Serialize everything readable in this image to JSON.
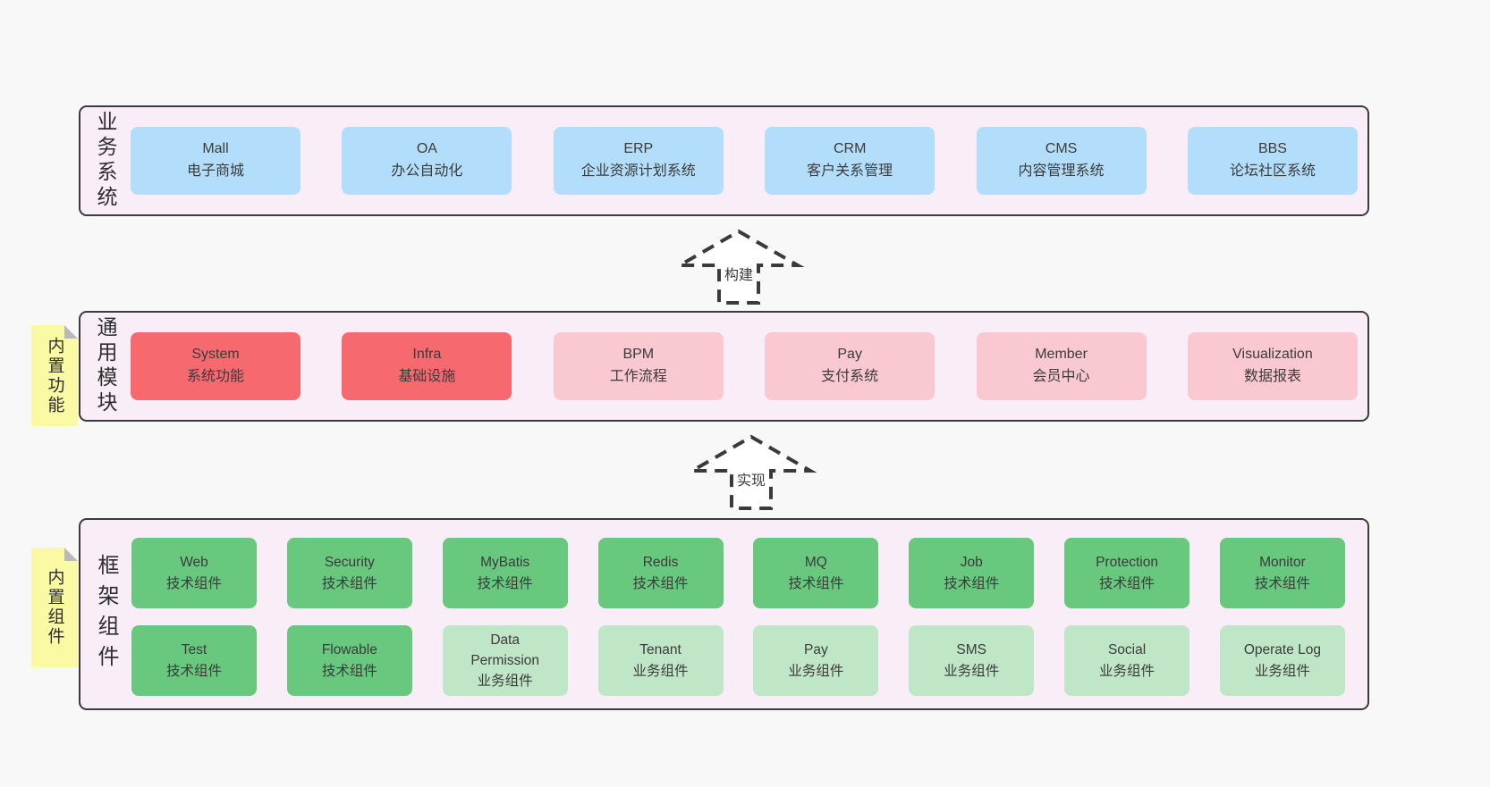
{
  "colors": {
    "page_background": "#f8f8f8",
    "panel_background": "#f9eef7",
    "panel_border": "#3a3a3a",
    "blue_box": "#b3defb",
    "red_box": "#f5696f",
    "pink_box": "#f9c8d1",
    "green_box": "#67c87e",
    "light_green_box": "#bfe6c6",
    "sticky_note": "#fafaa4",
    "sticky_fold": "#b9b9b9",
    "text": "#3b3b3b"
  },
  "arrows": [
    {
      "label": "构建"
    },
    {
      "label": "实现"
    }
  ],
  "panels": {
    "business": {
      "label": "业务系统",
      "items": [
        {
          "name": "Mall",
          "desc": "电子商城"
        },
        {
          "name": "OA",
          "desc": "办公自动化"
        },
        {
          "name": "ERP",
          "desc": "企业资源计划系统"
        },
        {
          "name": "CRM",
          "desc": "客户关系管理"
        },
        {
          "name": "CMS",
          "desc": "内容管理系统"
        },
        {
          "name": "BBS",
          "desc": "论坛社区系统"
        }
      ]
    },
    "modules": {
      "label": "通用模块",
      "sticky": "内置功能",
      "items": [
        {
          "name": "System",
          "desc": "系统功能",
          "variant": "red"
        },
        {
          "name": "Infra",
          "desc": "基础设施",
          "variant": "red"
        },
        {
          "name": "BPM",
          "desc": "工作流程",
          "variant": "pink"
        },
        {
          "name": "Pay",
          "desc": "支付系统",
          "variant": "pink"
        },
        {
          "name": "Member",
          "desc": "会员中心",
          "variant": "pink"
        },
        {
          "name": "Visualization",
          "desc": "数据报表",
          "variant": "pink"
        }
      ]
    },
    "framework": {
      "label": "框架组件",
      "sticky": "内置组件",
      "rows": [
        [
          {
            "name": "Web",
            "desc": "技术组件",
            "variant": "green"
          },
          {
            "name": "Security",
            "desc": "技术组件",
            "variant": "green"
          },
          {
            "name": "MyBatis",
            "desc": "技术组件",
            "variant": "green"
          },
          {
            "name": "Redis",
            "desc": "技术组件",
            "variant": "green"
          },
          {
            "name": "MQ",
            "desc": "技术组件",
            "variant": "green"
          },
          {
            "name": "Job",
            "desc": "技术组件",
            "variant": "green"
          },
          {
            "name": "Protection",
            "desc": "技术组件",
            "variant": "green"
          },
          {
            "name": "Monitor",
            "desc": "技术组件",
            "variant": "green"
          }
        ],
        [
          {
            "name": "Test",
            "desc": "技术组件",
            "variant": "green"
          },
          {
            "name": "Flowable",
            "desc": "技术组件",
            "variant": "green"
          },
          {
            "name": "Data Permission",
            "desc": "业务组件",
            "variant": "lgreen"
          },
          {
            "name": "Tenant",
            "desc": "业务组件",
            "variant": "lgreen"
          },
          {
            "name": "Pay",
            "desc": "业务组件",
            "variant": "lgreen"
          },
          {
            "name": "SMS",
            "desc": "业务组件",
            "variant": "lgreen"
          },
          {
            "name": "Social",
            "desc": "业务组件",
            "variant": "lgreen"
          },
          {
            "name": "Operate Log",
            "desc": "业务组件",
            "variant": "lgreen"
          }
        ]
      ]
    }
  }
}
